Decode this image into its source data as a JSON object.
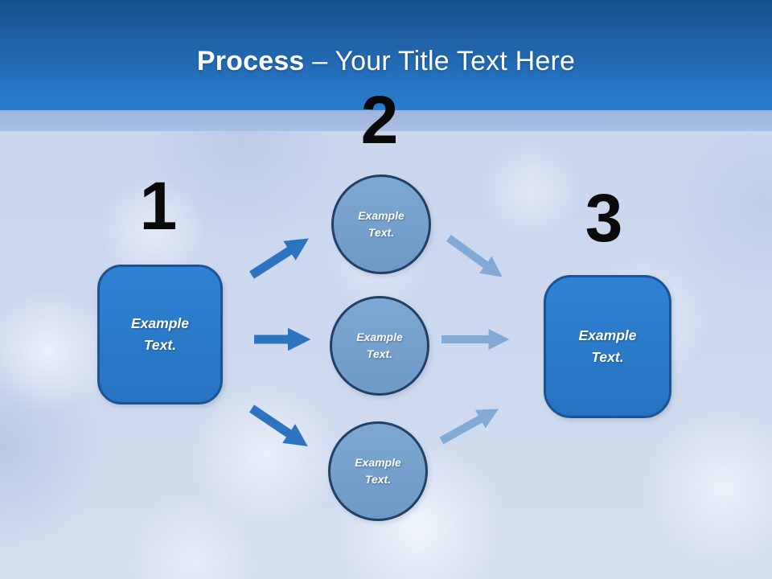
{
  "header": {
    "title_bold": "Process",
    "title_rest": "– Your Title Text Here"
  },
  "diagram": {
    "step_numbers": [
      "1",
      "2",
      "3"
    ],
    "left_box": {
      "label": "Example Text."
    },
    "circles": [
      {
        "label": "Example Text."
      },
      {
        "label": "Example Text."
      },
      {
        "label": "Example Text."
      }
    ],
    "right_box": {
      "label": "Example Text."
    }
  },
  "colors": {
    "header_gradient_top": "#17508e",
    "header_gradient_bottom": "#2a7ccf",
    "accent_band": "#a3b9e1",
    "body_base": "#ccd8ec",
    "box_fill": "#2a7ac9",
    "box_border": "#1d5391",
    "circle_fill": "#76a0cd",
    "circle_border": "#223f66",
    "arrow_dark": "#2d74c0",
    "arrow_light": "#83aad6",
    "number_color": "#0a0a0a",
    "title_color": "#ffffff"
  }
}
